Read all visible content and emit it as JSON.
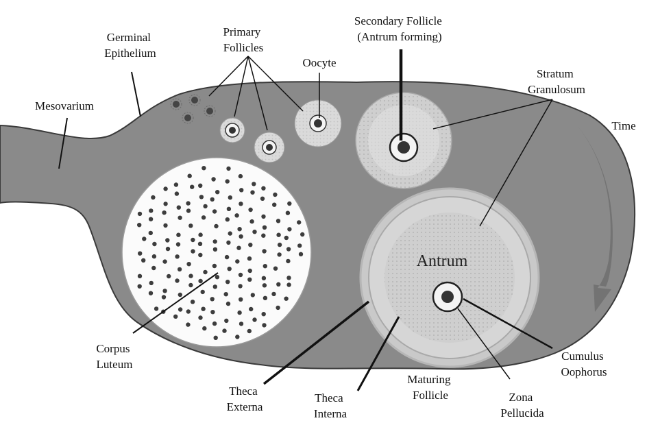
{
  "labels": {
    "germinal_epithelium": [
      "Germinal",
      "Epithelium"
    ],
    "mesovarium": "Mesovarium",
    "primary_follicles": [
      "Primary",
      "Follicles"
    ],
    "oocyte": "Oocyte",
    "secondary_follicle": [
      "Secondary Follicle",
      "(Antrum forming)"
    ],
    "stratum_granulosum": [
      "Stratum",
      "Granulosum"
    ],
    "time": "Time",
    "antrum": "Antrum",
    "corpus_luteum": [
      "Corpus",
      "Luteum"
    ],
    "theca_externa": [
      "Theca",
      "Externa"
    ],
    "theca_interna": [
      "Theca",
      "Interna"
    ],
    "maturing_follicle": [
      "Maturing",
      "Follicle"
    ],
    "zona_pellucida": [
      "Zona",
      "Pellucida"
    ],
    "cumulus_oophorus": [
      "Cumulus",
      "Oophorus"
    ]
  },
  "colors": {
    "ovary_fill": "#8a8a8a",
    "ovary_stroke": "#3a3a3a",
    "corpus_fill": "#fbfbfb",
    "follicle_light": "#d4d4d4",
    "arrow": "#707070"
  }
}
